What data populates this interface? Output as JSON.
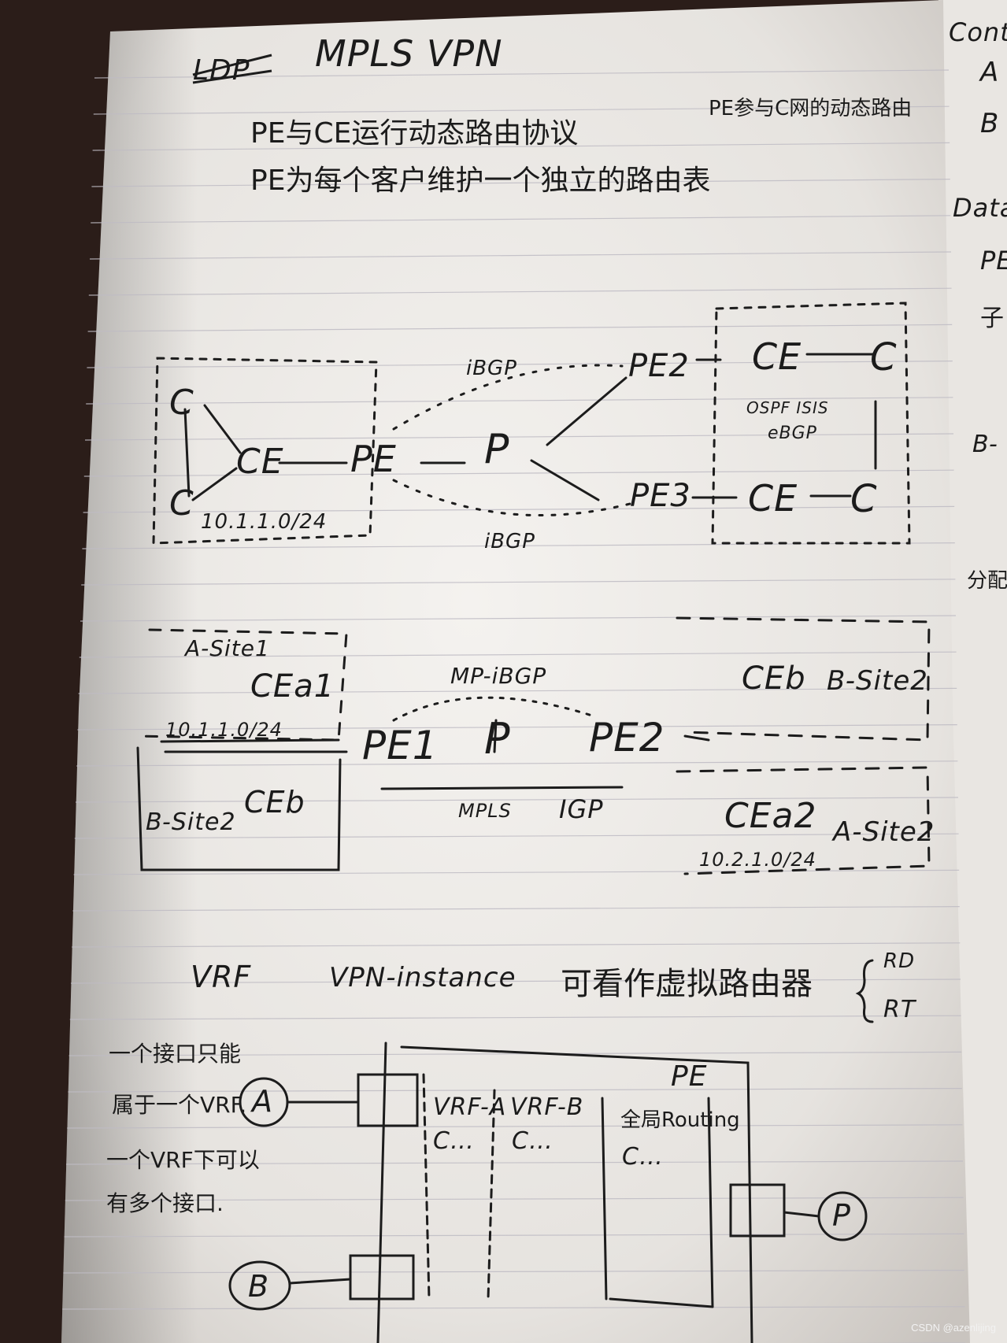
{
  "title": {
    "strike": "LDP",
    "main": "MPLS VPN"
  },
  "notes": {
    "line1": "PE与CE运行动态路由协议",
    "line2": "PE为每个客户维护一个独立的路由表",
    "right_top": "PE参与C网的动态路由"
  },
  "right_page": {
    "l1": "Contr",
    "l2": "A",
    "l3": "B",
    "l4": "Data",
    "l5": "PE",
    "l6": "子",
    "l7": "B-",
    "l8": "分配"
  },
  "diagram1": {
    "c1": "C",
    "c2": "C",
    "ce1": "CE",
    "pe1": "PE",
    "p": "P",
    "pe2": "PE2",
    "pe3": "PE3",
    "ibgp_top": "iBGP",
    "ibgp_bot": "iBGP",
    "ce_top": "CE",
    "ce_bot": "CE",
    "c_top": "C",
    "c_bot": "C",
    "protocols": "OSPF ISIS",
    "ebgp": "eBGP",
    "subnet": "10.1.1.0/24"
  },
  "diagram2": {
    "site_a1": "A-Site1",
    "cea1": "CEa1",
    "subnet_a1": "10.1.1.0/24",
    "site_b2": "B-Site2",
    "ceb_left": "CEb",
    "mp_ibgp": "MP-iBGP",
    "pe1": "PE1",
    "p": "P",
    "pe2": "PE2",
    "mpls": "MPLS",
    "igp": "IGP",
    "ceb_right": "CEb",
    "site_b2_right": "B-Site2",
    "cea2": "CEa2",
    "site_a2": "A-Site2",
    "subnet_a2": "10.2.1.0/24"
  },
  "vrf_line": {
    "vrf": "VRF",
    "vpn": "VPN-instance",
    "desc": "可看作虚拟路由器",
    "rd": "RD",
    "rt": "RT"
  },
  "bottom": {
    "left1": "一个接口只能",
    "left2": "属于一个VRF.",
    "left3": "一个VRF下可以",
    "left4": "有多个接口.",
    "a": "A",
    "b": "B",
    "p": "P",
    "pe": "PE",
    "vrf_a": "VRF-A",
    "vrf_b": "VRF-B",
    "global": "全局Routing",
    "c_a": "C…",
    "c_b": "C…",
    "c_g": "C…"
  },
  "watermark": "CSDN @azenlijing"
}
